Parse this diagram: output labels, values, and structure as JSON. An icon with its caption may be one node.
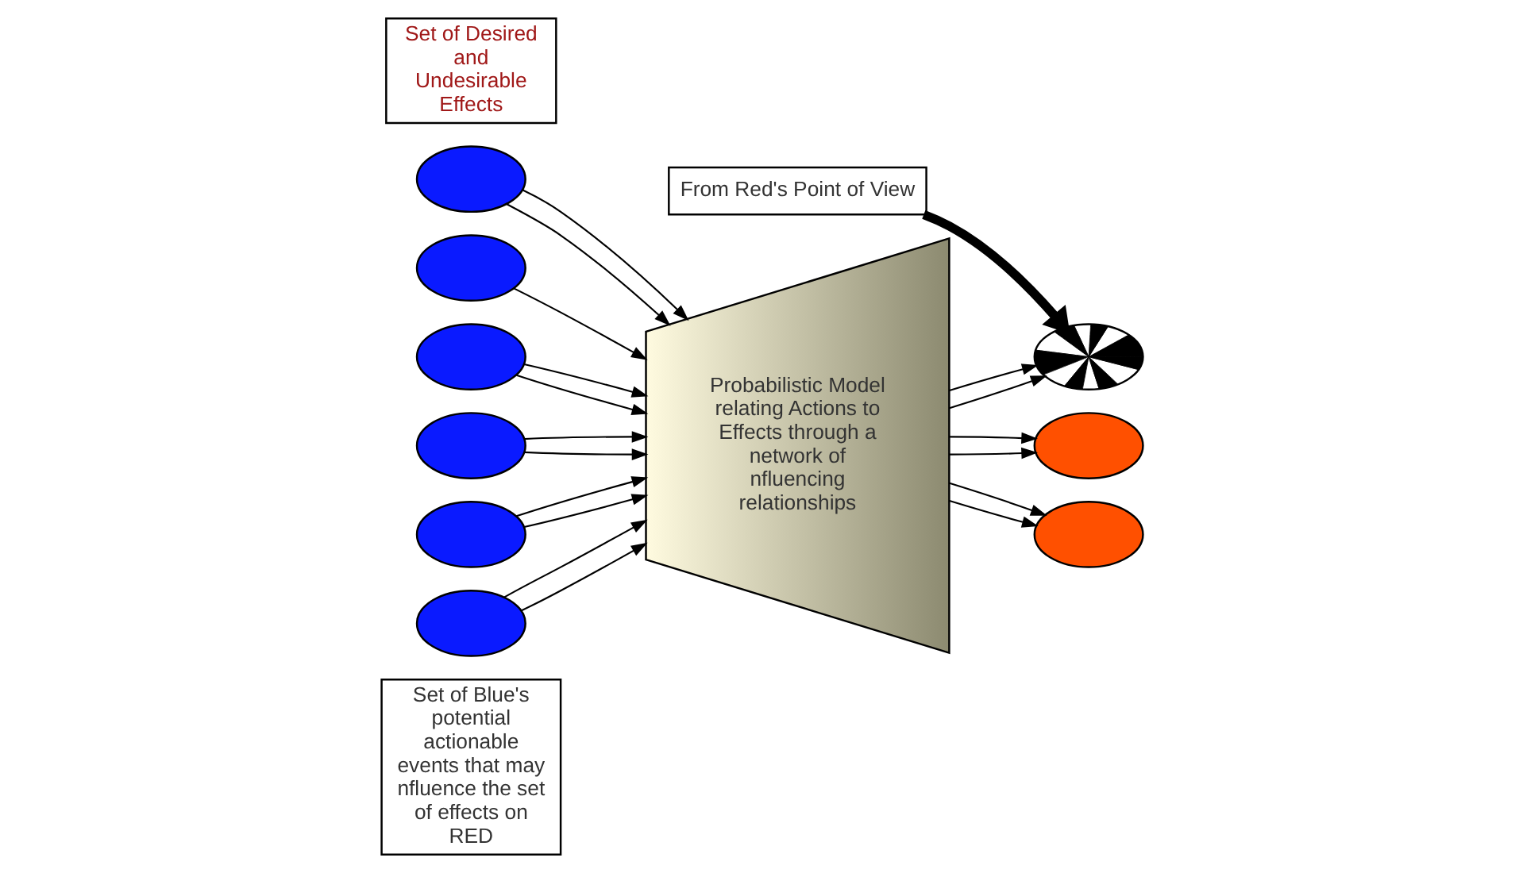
{
  "diagram": {
    "nodes": [
      {
        "text": [
          "Set of Blue's potential actionable events that may  nfluence the set of effects on RED"
        ]
      },
      {
        "text": [],
        "shape": "ellipse"
      },
      {
        "text": [],
        "shape": "ellipse"
      },
      {
        "text": [],
        "shape": "ellipse"
      },
      {
        "text": [],
        "shape": "ellipse"
      },
      {
        "text": [],
        "shape": "ellipse"
      },
      {
        "text": [],
        "shape": "ellipse"
      },
      {
        "text": [
          "Probabilistic Model relating Actions to Effects through a network of  nfluencing relationships"
        ]
      },
      {
        "text": [],
        "shape": "ellipse"
      },
      {
        "text": [],
        "shape": "ellipse"
      },
      {
        "text": [],
        "shape": "ellipse"
      },
      {
        "text": [
          "From Red's Point of View"
        ]
      },
      {
        "text": [
          "Set of Desired and Undesirable Effects"
        ]
      }
    ],
    "edges": [
      {
        "from": 1,
        "to": 7,
        "arrow": "to"
      },
      {
        "from": 1,
        "to": 7,
        "arrow": "to"
      },
      {
        "from": 2,
        "to": 7,
        "arrow": "to"
      },
      {
        "from": 3,
        "to": 7,
        "arrow": "to"
      },
      {
        "from": 3,
        "to": 7,
        "arrow": "to"
      },
      {
        "from": 4,
        "to": 7,
        "arrow": "to"
      },
      {
        "from": 4,
        "to": 7,
        "arrow": "to"
      },
      {
        "from": 5,
        "to": 7,
        "arrow": "to"
      },
      {
        "from": 5,
        "to": 7,
        "arrow": "to"
      },
      {
        "from": 6,
        "to": 7,
        "arrow": "to"
      },
      {
        "from": 6,
        "to": 7,
        "arrow": "to"
      },
      {
        "from": 7,
        "to": 8,
        "arrow": "to"
      },
      {
        "from": 7,
        "to": 8,
        "arrow": "to"
      },
      {
        "from": 7,
        "to": 9,
        "arrow": "to"
      },
      {
        "from": 7,
        "to": 9,
        "arrow": "to"
      },
      {
        "from": 7,
        "to": 10,
        "arrow": "to"
      },
      {
        "from": 7,
        "to": 10,
        "arrow": "to"
      },
      {
        "from": 11,
        "to": 8,
        "arrow": "to",
        "style": "thick"
      }
    ]
  }
}
